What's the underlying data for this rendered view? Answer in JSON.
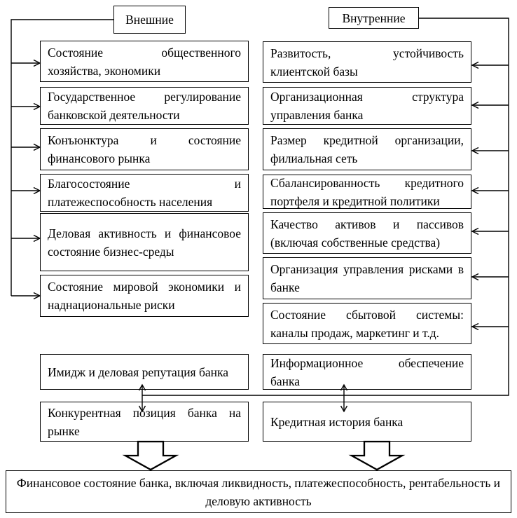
{
  "headers": {
    "external": "Внешние",
    "internal": "Внутренние"
  },
  "external_factors": [
    "Состояние общественного хозяйства, экономики",
    "Государственное регулирование банковской деятельности",
    "Конъюнктура и состояние финансового рынка",
    "Благосостояние и платежеспособность населения",
    "Деловая активность и финансовое состояние бизнес-среды",
    "Состояние мировой экономики и наднациональные риски"
  ],
  "internal_factors": [
    "Развитость, устойчивость клиентской базы",
    "Организационная структура управления банка",
    "Размер кредитной организации, филиальная сеть",
    "Сбалансированность кредитного портфеля и кредитной политики",
    "Качество активов и пассивов (включая собственные средства)",
    "Организация управления рисками в банке",
    "Состояние сбытовой системы: каналы продаж, маркетинг и т.д."
  ],
  "left_bottom": {
    "image_reputation": "Имидж и деловая репутация банка",
    "competitive_position": "Конкурентная позиция банка на рынке"
  },
  "right_bottom": {
    "information_support": "Информационное обеспечение банка",
    "credit_history": "Кредитная история банка"
  },
  "result": "Финансовое состояние банка, включая ликвидность, платежеспособность, рентабельность и деловую активность",
  "colors": {
    "line": "#000000",
    "background": "#ffffff",
    "box_fill": "#ffffff"
  }
}
